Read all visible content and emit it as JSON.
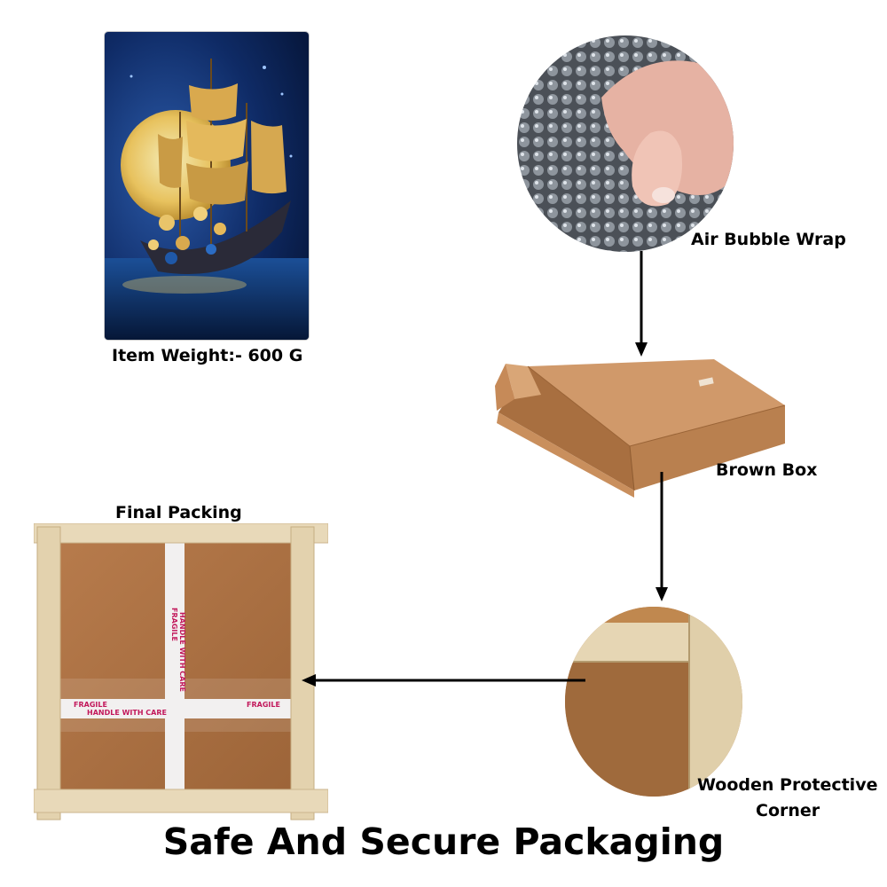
{
  "title": "Safe And Secure Packaging",
  "labels": {
    "item_weight": "Item Weight:- 600 G",
    "bubble_wrap": "Air Bubble Wrap",
    "brown_box": "Brown Box",
    "final_packing": "Final Packing",
    "wooden_corner_line1": "Wooden Protective",
    "wooden_corner_line2": "Corner"
  },
  "tape_text": {
    "line1": "FRAGILE",
    "line2": "HANDLE WITH CARE"
  },
  "icons": [
    "painting-image",
    "bubble-wrap-image",
    "brown-box-image",
    "wooden-crate-image",
    "wooden-corner-image",
    "arrow-down-icon",
    "arrow-left-icon"
  ],
  "colors": {
    "background": "#ffffff",
    "arrow": "#000000",
    "cardboard": "#c8915e",
    "wood": "#e9dcc0",
    "tape_text": "#c2185b",
    "night_blue": "#0e2a5c"
  }
}
